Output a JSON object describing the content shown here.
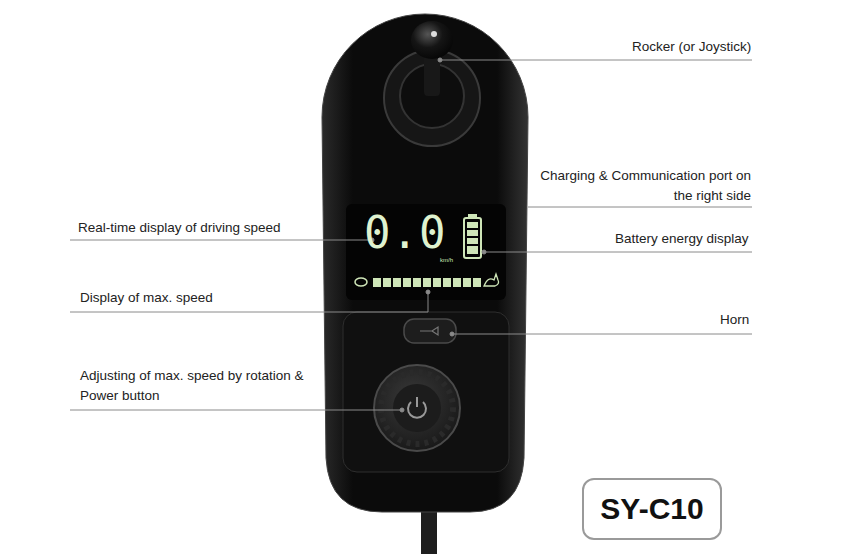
{
  "diagram": {
    "nodes": [
      {
        "text": [
          "SY-C10"
        ]
      }
    ],
    "labels": [
      "Rocker (or Joystick)",
      "Charging & Communication port on the right side",
      "Real-time display of driving speed",
      "Battery energy display",
      "Display of max. speed",
      "Horn",
      "Adjusting of max. speed by rotation & Power button",
      "0.0",
      "km/h"
    ]
  }
}
